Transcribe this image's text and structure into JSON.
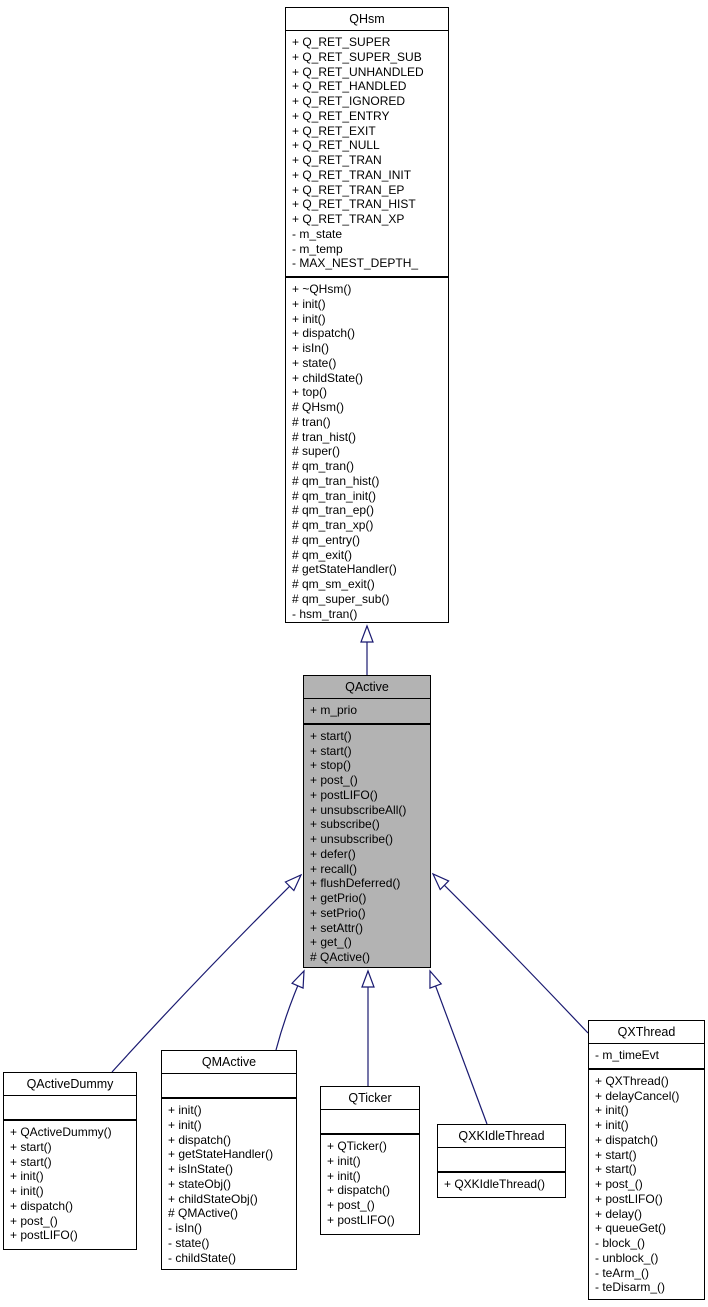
{
  "colors": {
    "arrow": "#191970",
    "border": "#000000",
    "box_fill": "#ffffff",
    "highlight_fill": "#b3b3b3"
  },
  "classes": {
    "qhsm": {
      "title": "QHsm",
      "attributes": [
        "+ Q_RET_SUPER",
        "+ Q_RET_SUPER_SUB",
        "+ Q_RET_UNHANDLED",
        "+ Q_RET_HANDLED",
        "+ Q_RET_IGNORED",
        "+ Q_RET_ENTRY",
        "+ Q_RET_EXIT",
        "+ Q_RET_NULL",
        "+ Q_RET_TRAN",
        "+ Q_RET_TRAN_INIT",
        "+ Q_RET_TRAN_EP",
        "+ Q_RET_TRAN_HIST",
        "+ Q_RET_TRAN_XP",
        "- m_state",
        "- m_temp",
        "- MAX_NEST_DEPTH_"
      ],
      "methods": [
        "+ ~QHsm()",
        "+ init()",
        "+ init()",
        "+ dispatch()",
        "+ isIn()",
        "+ state()",
        "+ childState()",
        "+ top()",
        "# QHsm()",
        "# tran()",
        "# tran_hist()",
        "# super()",
        "# qm_tran()",
        "# qm_tran_hist()",
        "# qm_tran_init()",
        "# qm_tran_ep()",
        "# qm_tran_xp()",
        "# qm_entry()",
        "# qm_exit()",
        "# getStateHandler()",
        "# qm_sm_exit()",
        "# qm_super_sub()",
        "- hsm_tran()"
      ]
    },
    "qactive": {
      "title": "QActive",
      "highlighted": true,
      "attributes": [
        "+ m_prio"
      ],
      "methods": [
        "+ start()",
        "+ start()",
        "+ stop()",
        "+ post_()",
        "+ postLIFO()",
        "+ unsubscribeAll()",
        "+ subscribe()",
        "+ unsubscribe()",
        "+ defer()",
        "+ recall()",
        "+ flushDeferred()",
        "+ getPrio()",
        "+ setPrio()",
        "+ setAttr()",
        "+ get_()",
        "# QActive()"
      ]
    },
    "qactivedummy": {
      "title": "QActiveDummy",
      "attributes": [],
      "methods": [
        "+ QActiveDummy()",
        "+ start()",
        "+ start()",
        "+ init()",
        "+ init()",
        "+ dispatch()",
        "+ post_()",
        "+ postLIFO()"
      ]
    },
    "qmactive": {
      "title": "QMActive",
      "attributes": [],
      "methods": [
        "+ init()",
        "+ init()",
        "+ dispatch()",
        "+ getStateHandler()",
        "+ isInState()",
        "+ stateObj()",
        "+ childStateObj()",
        "# QMActive()",
        "- isIn()",
        "- state()",
        "- childState()"
      ]
    },
    "qticker": {
      "title": "QTicker",
      "attributes": [],
      "methods": [
        "+ QTicker()",
        "+ init()",
        "+ init()",
        "+ dispatch()",
        "+ post_()",
        "+ postLIFO()"
      ]
    },
    "qxkidlethread": {
      "title": "QXKIdleThread",
      "attributes": [],
      "methods": [
        "+ QXKIdleThread()"
      ]
    },
    "qxthread": {
      "title": "QXThread",
      "attributes": [
        "- m_timeEvt"
      ],
      "methods": [
        "+ QXThread()",
        "+ delayCancel()",
        "+ init()",
        "+ init()",
        "+ dispatch()",
        "+ start()",
        "+ start()",
        "+ post_()",
        "+ postLIFO()",
        "+ delay()",
        "+ queueGet()",
        "- block_()",
        "- unblock_()",
        "- teArm_()",
        "- teDisarm_()"
      ]
    }
  },
  "relations": [
    {
      "from": "QActive",
      "to": "QHsm",
      "type": "inheritance"
    },
    {
      "from": "QActiveDummy",
      "to": "QActive",
      "type": "inheritance"
    },
    {
      "from": "QMActive",
      "to": "QActive",
      "type": "inheritance"
    },
    {
      "from": "QTicker",
      "to": "QActive",
      "type": "inheritance"
    },
    {
      "from": "QXKIdleThread",
      "to": "QActive",
      "type": "inheritance"
    },
    {
      "from": "QXThread",
      "to": "QActive",
      "type": "inheritance"
    }
  ]
}
